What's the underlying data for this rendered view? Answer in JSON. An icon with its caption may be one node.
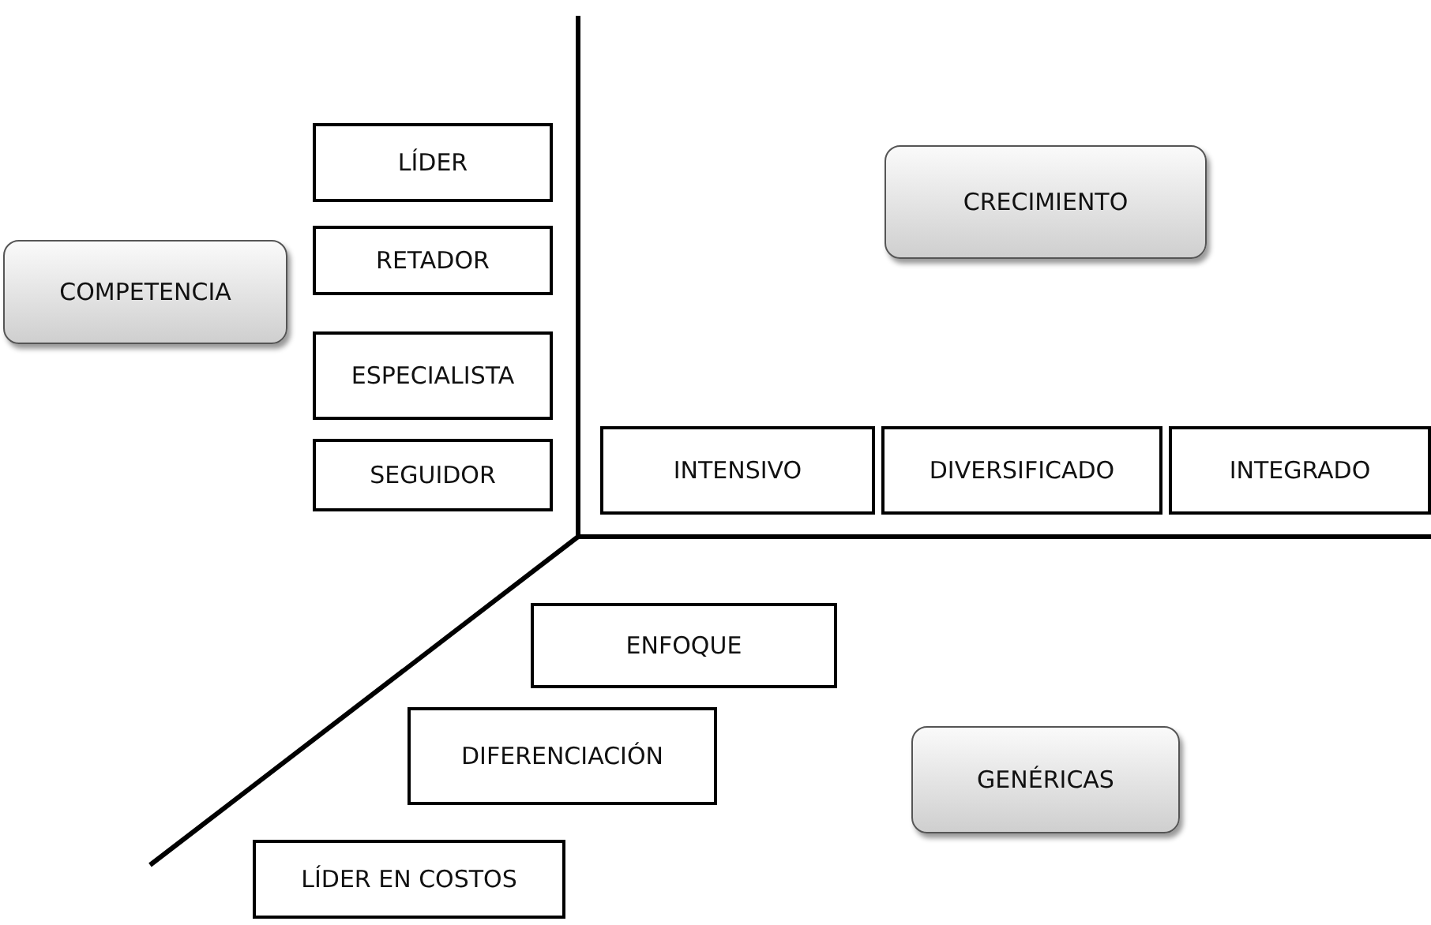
{
  "diagram": {
    "nodes": [
      {
        "text": [
          "COMPETENCIA"
        ]
      },
      {
        "text": [
          "LÍDER"
        ]
      },
      {
        "text": [
          "RETADOR"
        ]
      },
      {
        "text": [
          "ESPECIALISTA"
        ]
      },
      {
        "text": [
          "SEGUIDOR"
        ]
      },
      {
        "text": [
          "CRECIMIENTO"
        ]
      },
      {
        "text": [
          "INTENSIVO"
        ]
      },
      {
        "text": [
          "DIVERSIFICADO"
        ]
      },
      {
        "text": [
          "INTEGRADO"
        ]
      },
      {
        "text": [
          "ENFOQUE"
        ]
      },
      {
        "text": [
          "DIFERENCIACIÓN"
        ]
      },
      {
        "text": [
          "LÍDER EN COSTOS"
        ]
      },
      {
        "text": [
          "GENÉRICAS"
        ]
      }
    ]
  }
}
